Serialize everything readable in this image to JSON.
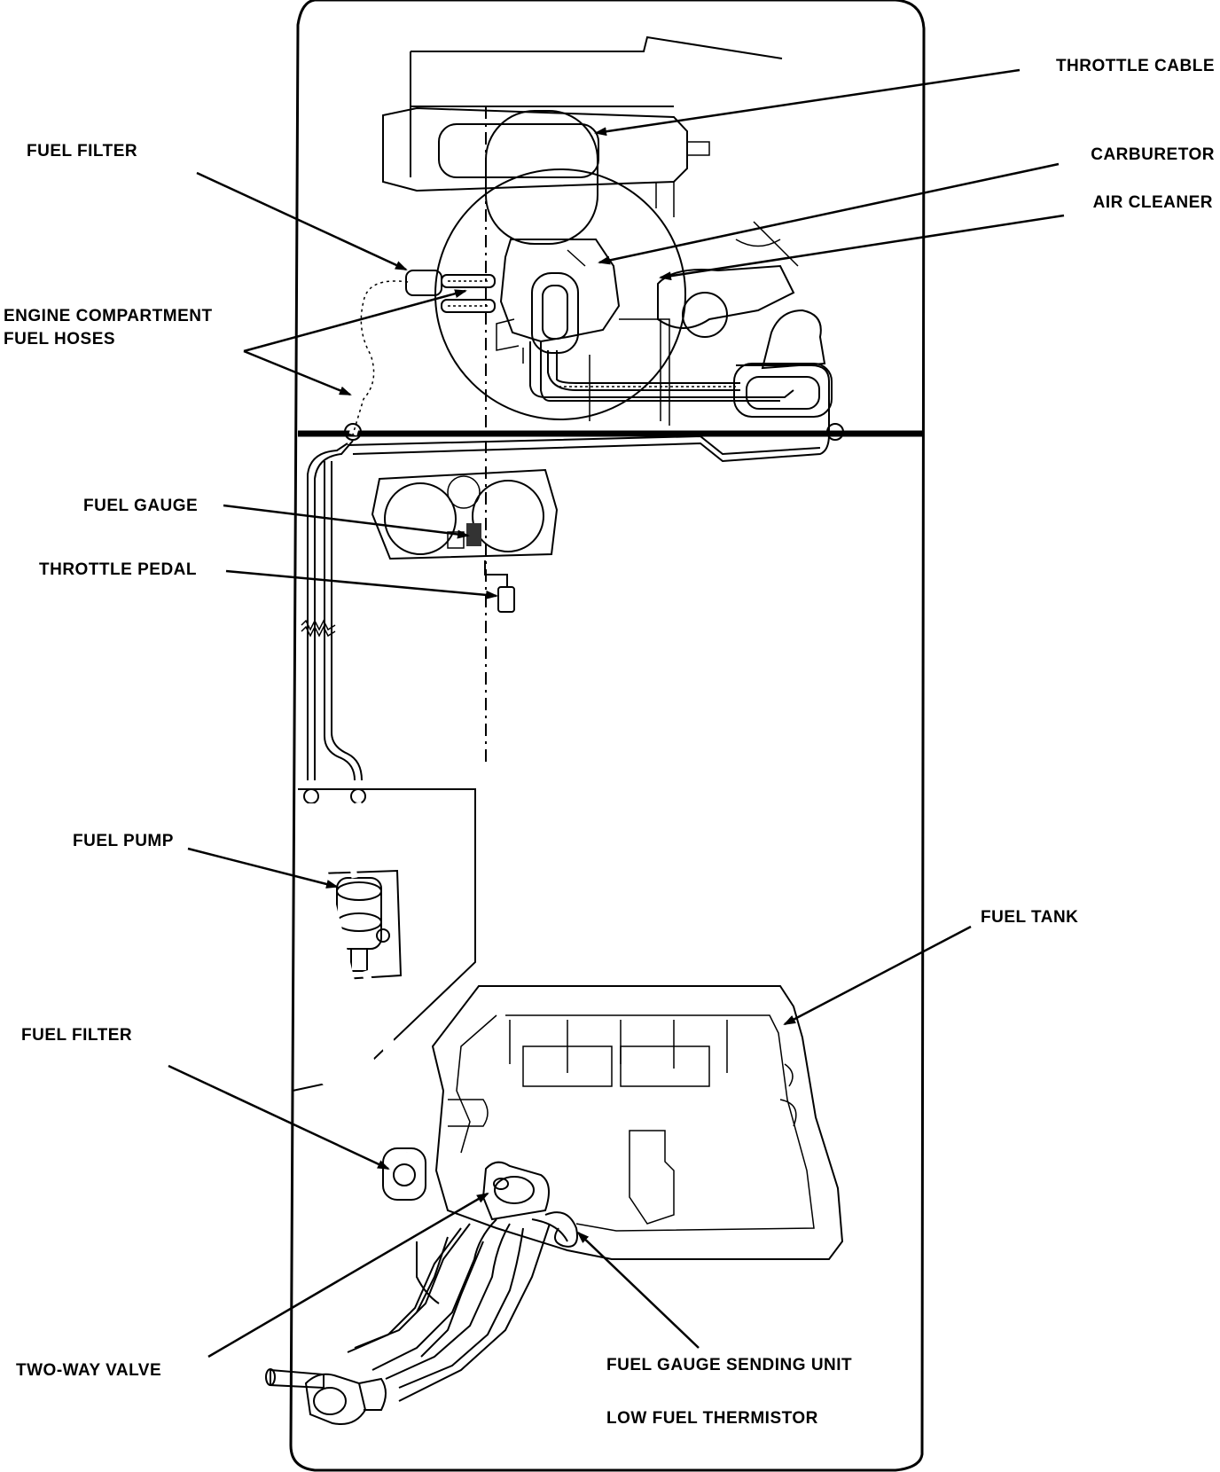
{
  "diagram": {
    "labels": {
      "throttle_cable": "THROTTLE CABLE",
      "carburetor": "CARBURETOR",
      "air_cleaner": "AIR CLEANER",
      "fuel_filter_top": "FUEL FILTER",
      "engine_hoses_1": "ENGINE COMPARTMENT",
      "engine_hoses_2": "FUEL HOSES",
      "fuel_gauge": "FUEL GAUGE",
      "throttle_pedal": "THROTTLE PEDAL",
      "fuel_pump": "FUEL PUMP",
      "fuel_tank": "FUEL TANK",
      "fuel_filter_bottom": "FUEL FILTER",
      "two_way_valve": "TWO-WAY VALVE",
      "sending_unit": "FUEL GAUGE SENDING UNIT",
      "thermistor": "LOW FUEL THERMISTOR"
    }
  }
}
